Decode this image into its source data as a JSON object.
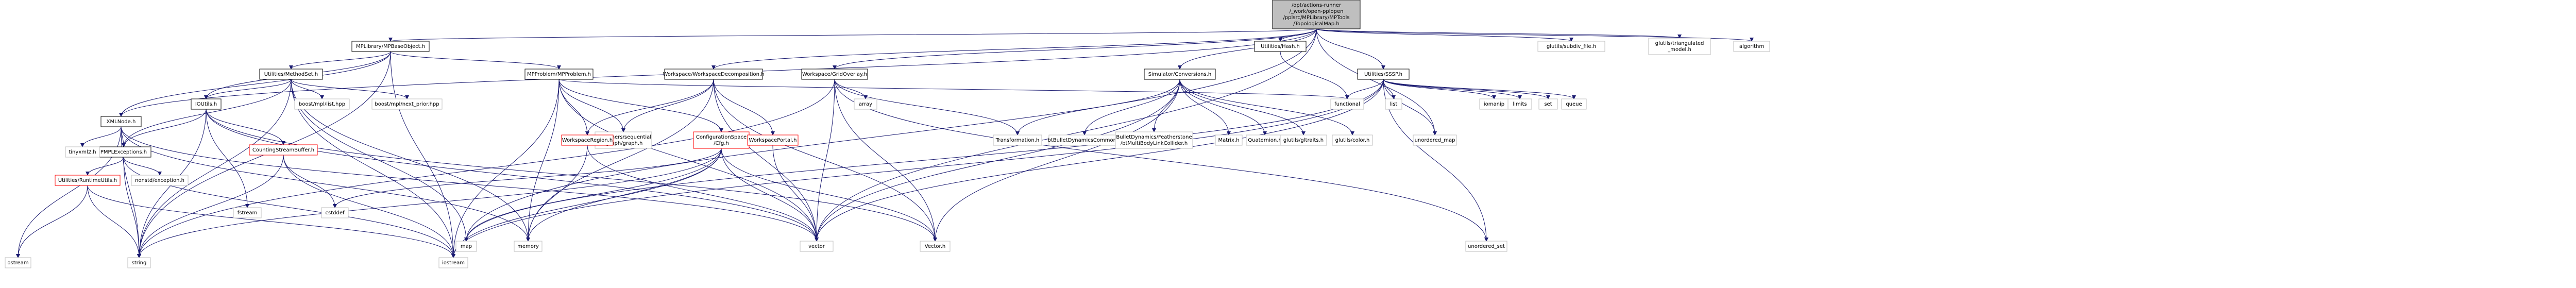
{
  "diagram": {
    "colors": {
      "edge": "#191970",
      "box": "#ffffff",
      "root": "#bfbfbf",
      "red": "#ff0000",
      "gray": "#bfbfbf",
      "border": "#000000"
    },
    "nodes": [
      {
        "id": "root",
        "lines": [
          "/opt/actions-runner",
          "/_work/open-pplopen",
          "/pplsrc/MPLibrary/MPTools",
          "/TopologicalMap.h"
        ],
        "style": "root"
      },
      {
        "id": "xmlnode",
        "lines": [
          "XMLNode.h"
        ]
      },
      {
        "id": "mpbaseobject",
        "lines": [
          "MPLibrary/MPBaseObject.h"
        ]
      },
      {
        "id": "wsdecomp",
        "lines": [
          "Workspace/WorkspaceDecomposition.h"
        ]
      },
      {
        "id": "wsgrid",
        "lines": [
          "Workspace/GridOverlay.h"
        ]
      },
      {
        "id": "vector",
        "lines": [
          "vector"
        ],
        "style": "gray"
      },
      {
        "id": "map",
        "lines": [
          "map"
        ],
        "style": "gray"
      },
      {
        "id": "conversions",
        "lines": [
          "Simulator/Conversions.h"
        ]
      },
      {
        "id": "hash",
        "lines": [
          "Utilities/Hash.h"
        ]
      },
      {
        "id": "unordered_map",
        "lines": [
          "unordered_map"
        ],
        "style": "gray"
      },
      {
        "id": "sssp",
        "lines": [
          "Utilities/SSSP.h"
        ]
      },
      {
        "id": "glut_subdiv",
        "lines": [
          "glutils/subdiv_file.h"
        ],
        "style": "gray"
      },
      {
        "id": "glut_triangulated",
        "lines": [
          "glutils/triangulated",
          "_model.h"
        ],
        "style": "gray"
      },
      {
        "id": "algorithm",
        "lines": [
          "algorithm"
        ],
        "style": "gray"
      },
      {
        "id": "pmplexceptions",
        "lines": [
          "PMPLExceptions.h"
        ]
      },
      {
        "id": "tinyxml2",
        "lines": [
          "tinyxml2.h"
        ],
        "style": "gray"
      },
      {
        "id": "string",
        "lines": [
          "string"
        ],
        "style": "gray"
      },
      {
        "id": "runtimeutils",
        "lines": [
          "Utilities/RuntimeUtils.h"
        ],
        "style": "red"
      },
      {
        "id": "iostream",
        "lines": [
          "iostream"
        ],
        "style": "gray"
      },
      {
        "id": "ostream",
        "lines": [
          "ostream"
        ],
        "style": "gray"
      },
      {
        "id": "noexcept",
        "lines": [
          "nonstd/exception.h"
        ],
        "style": "gray"
      },
      {
        "id": "methodset",
        "lines": [
          "Utilities/MethodSet.h"
        ]
      },
      {
        "id": "ioutils",
        "lines": [
          "IOUtils.h"
        ]
      },
      {
        "id": "countingstreambuf",
        "lines": [
          "CountingStreamBuffer.h"
        ],
        "style": "red"
      },
      {
        "id": "cstddef",
        "lines": [
          "cstddef"
        ],
        "style": "gray"
      },
      {
        "id": "fstream",
        "lines": [
          "fstream"
        ],
        "style": "gray"
      },
      {
        "id": "mplist",
        "lines": [
          "boost/mpl/list.hpp"
        ],
        "style": "gray"
      },
      {
        "id": "mpnext",
        "lines": [
          "boost/mpl/next_prior.hpp"
        ],
        "style": "gray"
      },
      {
        "id": "memory",
        "lines": [
          "memory"
        ],
        "style": "gray"
      },
      {
        "id": "mpproblem",
        "lines": [
          "MPProblem/MPProblem.h"
        ]
      },
      {
        "id": "containers",
        "lines": [
          "containers/sequential",
          "/graph/graph.h"
        ],
        "style": "gray"
      },
      {
        "id": "wsregion",
        "lines": [
          "WorkspaceRegion.h"
        ],
        "style": "red"
      },
      {
        "id": "cspace",
        "lines": [
          "ConfigurationSpace",
          "/Cfg.h"
        ],
        "style": "red"
      },
      {
        "id": "wsportal",
        "lines": [
          "WorkspacePortal.h"
        ],
        "style": "red"
      },
      {
        "id": "vector3",
        "lines": [
          "Vector.h"
        ],
        "style": "gray"
      },
      {
        "id": "array",
        "lines": [
          "array"
        ],
        "style": "gray"
      },
      {
        "id": "transformation",
        "lines": [
          "Transformation.h"
        ],
        "style": "gray"
      },
      {
        "id": "btcommon",
        "lines": [
          "btBulletDynamicsCommon.h"
        ],
        "style": "gray"
      },
      {
        "id": "btfeather",
        "lines": [
          "BulletDynamics/Featherstone",
          "/btMultiBodyLinkCollider.h"
        ],
        "style": "gray"
      },
      {
        "id": "matrix",
        "lines": [
          "Matrix.h"
        ],
        "style": "gray"
      },
      {
        "id": "quaternion",
        "lines": [
          "Quaternion.h"
        ],
        "style": "gray"
      },
      {
        "id": "glutraits",
        "lines": [
          "glutils/gltraits.h"
        ],
        "style": "gray"
      },
      {
        "id": "glucolor",
        "lines": [
          "glutils/color.h"
        ],
        "style": "gray"
      },
      {
        "id": "unordered_set",
        "lines": [
          "unordered_set"
        ],
        "style": "gray"
      },
      {
        "id": "functional",
        "lines": [
          "functional"
        ],
        "style": "gray"
      },
      {
        "id": "list",
        "lines": [
          "list"
        ],
        "style": "gray"
      },
      {
        "id": "iomanip",
        "lines": [
          "iomanip"
        ],
        "style": "gray"
      },
      {
        "id": "limits",
        "lines": [
          "limits"
        ],
        "style": "gray"
      },
      {
        "id": "set",
        "lines": [
          "set"
        ],
        "style": "gray"
      },
      {
        "id": "queue",
        "lines": [
          "queue"
        ],
        "style": "gray"
      }
    ],
    "edges": [
      [
        "root",
        "xmlnode"
      ],
      [
        "root",
        "mpbaseobject"
      ],
      [
        "root",
        "wsdecomp"
      ],
      [
        "root",
        "wsgrid"
      ],
      [
        "root",
        "vector"
      ],
      [
        "root",
        "map"
      ],
      [
        "root",
        "conversions"
      ],
      [
        "root",
        "hash"
      ],
      [
        "root",
        "unordered_map"
      ],
      [
        "root",
        "sssp"
      ],
      [
        "root",
        "glut_subdiv"
      ],
      [
        "root",
        "glut_triangulated"
      ],
      [
        "root",
        "algorithm"
      ],
      [
        "xmlnode",
        "pmplexceptions"
      ],
      [
        "xmlnode",
        "tinyxml2"
      ],
      [
        "xmlnode",
        "string"
      ],
      [
        "xmlnode",
        "ostream"
      ],
      [
        "xmlnode",
        "vector"
      ],
      [
        "xmlnode",
        "memory"
      ],
      [
        "pmplexceptions",
        "runtimeutils"
      ],
      [
        "pmplexceptions",
        "string"
      ],
      [
        "pmplexceptions",
        "noexcept"
      ],
      [
        "pmplexceptions",
        "iostream"
      ],
      [
        "runtimeutils",
        "ostream"
      ],
      [
        "runtimeutils",
        "string"
      ],
      [
        "runtimeutils",
        "iostream"
      ],
      [
        "mpbaseobject",
        "xmlnode"
      ],
      [
        "mpbaseobject",
        "methodset"
      ],
      [
        "mpbaseobject",
        "ioutils"
      ],
      [
        "mpbaseobject",
        "mpproblem"
      ],
      [
        "mpbaseobject",
        "string"
      ],
      [
        "mpbaseobject",
        "iostream"
      ],
      [
        "methodset",
        "ioutils"
      ],
      [
        "methodset",
        "pmplexceptions"
      ],
      [
        "methodset",
        "mplist"
      ],
      [
        "methodset",
        "mpnext"
      ],
      [
        "methodset",
        "map"
      ],
      [
        "methodset",
        "memory"
      ],
      [
        "methodset",
        "string"
      ],
      [
        "methodset",
        "iostream"
      ],
      [
        "ioutils",
        "countingstreambuf"
      ],
      [
        "ioutils",
        "pmplexceptions"
      ],
      [
        "ioutils",
        "fstream"
      ],
      [
        "ioutils",
        "string"
      ],
      [
        "ioutils",
        "vector"
      ],
      [
        "ioutils",
        "vector3"
      ],
      [
        "countingstreambuf",
        "cstddef"
      ],
      [
        "countingstreambuf",
        "iostream"
      ],
      [
        "countingstreambuf",
        "string"
      ],
      [
        "mpproblem",
        "containers"
      ],
      [
        "mpproblem",
        "cspace"
      ],
      [
        "mpproblem",
        "wsregion"
      ],
      [
        "mpproblem",
        "memory"
      ],
      [
        "mpproblem",
        "vector"
      ],
      [
        "mpproblem",
        "iostream"
      ],
      [
        "mpproblem",
        "functional"
      ],
      [
        "wsdecomp",
        "containers"
      ],
      [
        "wsdecomp",
        "wsregion"
      ],
      [
        "wsdecomp",
        "wsportal"
      ],
      [
        "wsdecomp",
        "vector"
      ],
      [
        "wsdecomp",
        "memory"
      ],
      [
        "wsdecomp",
        "vector3"
      ],
      [
        "wsregion",
        "vector"
      ],
      [
        "wsregion",
        "memory"
      ],
      [
        "wsportal",
        "vector"
      ],
      [
        "cspace",
        "vector"
      ],
      [
        "cspace",
        "memory"
      ],
      [
        "cspace",
        "map"
      ],
      [
        "cspace",
        "cstddef"
      ],
      [
        "cspace",
        "iostream"
      ],
      [
        "cspace",
        "string"
      ],
      [
        "cspace",
        "vector3"
      ],
      [
        "wsgrid",
        "array"
      ],
      [
        "wsgrid",
        "transformation"
      ],
      [
        "wsgrid",
        "vector"
      ],
      [
        "wsgrid",
        "vector3"
      ],
      [
        "wsgrid",
        "unordered_set"
      ],
      [
        "wsgrid",
        "string"
      ],
      [
        "conversions",
        "transformation"
      ],
      [
        "conversions",
        "btcommon"
      ],
      [
        "conversions",
        "btfeather"
      ],
      [
        "conversions",
        "matrix"
      ],
      [
        "conversions",
        "quaternion"
      ],
      [
        "conversions",
        "glutraits"
      ],
      [
        "conversions",
        "glucolor"
      ],
      [
        "conversions",
        "vector3"
      ],
      [
        "conversions",
        "vector"
      ],
      [
        "hash",
        "functional"
      ],
      [
        "sssp",
        "functional"
      ],
      [
        "sssp",
        "list"
      ],
      [
        "sssp",
        "unordered_map"
      ],
      [
        "sssp",
        "iomanip"
      ],
      [
        "sssp",
        "limits"
      ],
      [
        "sssp",
        "set"
      ],
      [
        "sssp",
        "queue"
      ],
      [
        "sssp",
        "unordered_set"
      ],
      [
        "sssp",
        "vector"
      ],
      [
        "sssp",
        "map"
      ],
      [
        "sssp",
        "iostream"
      ]
    ]
  }
}
